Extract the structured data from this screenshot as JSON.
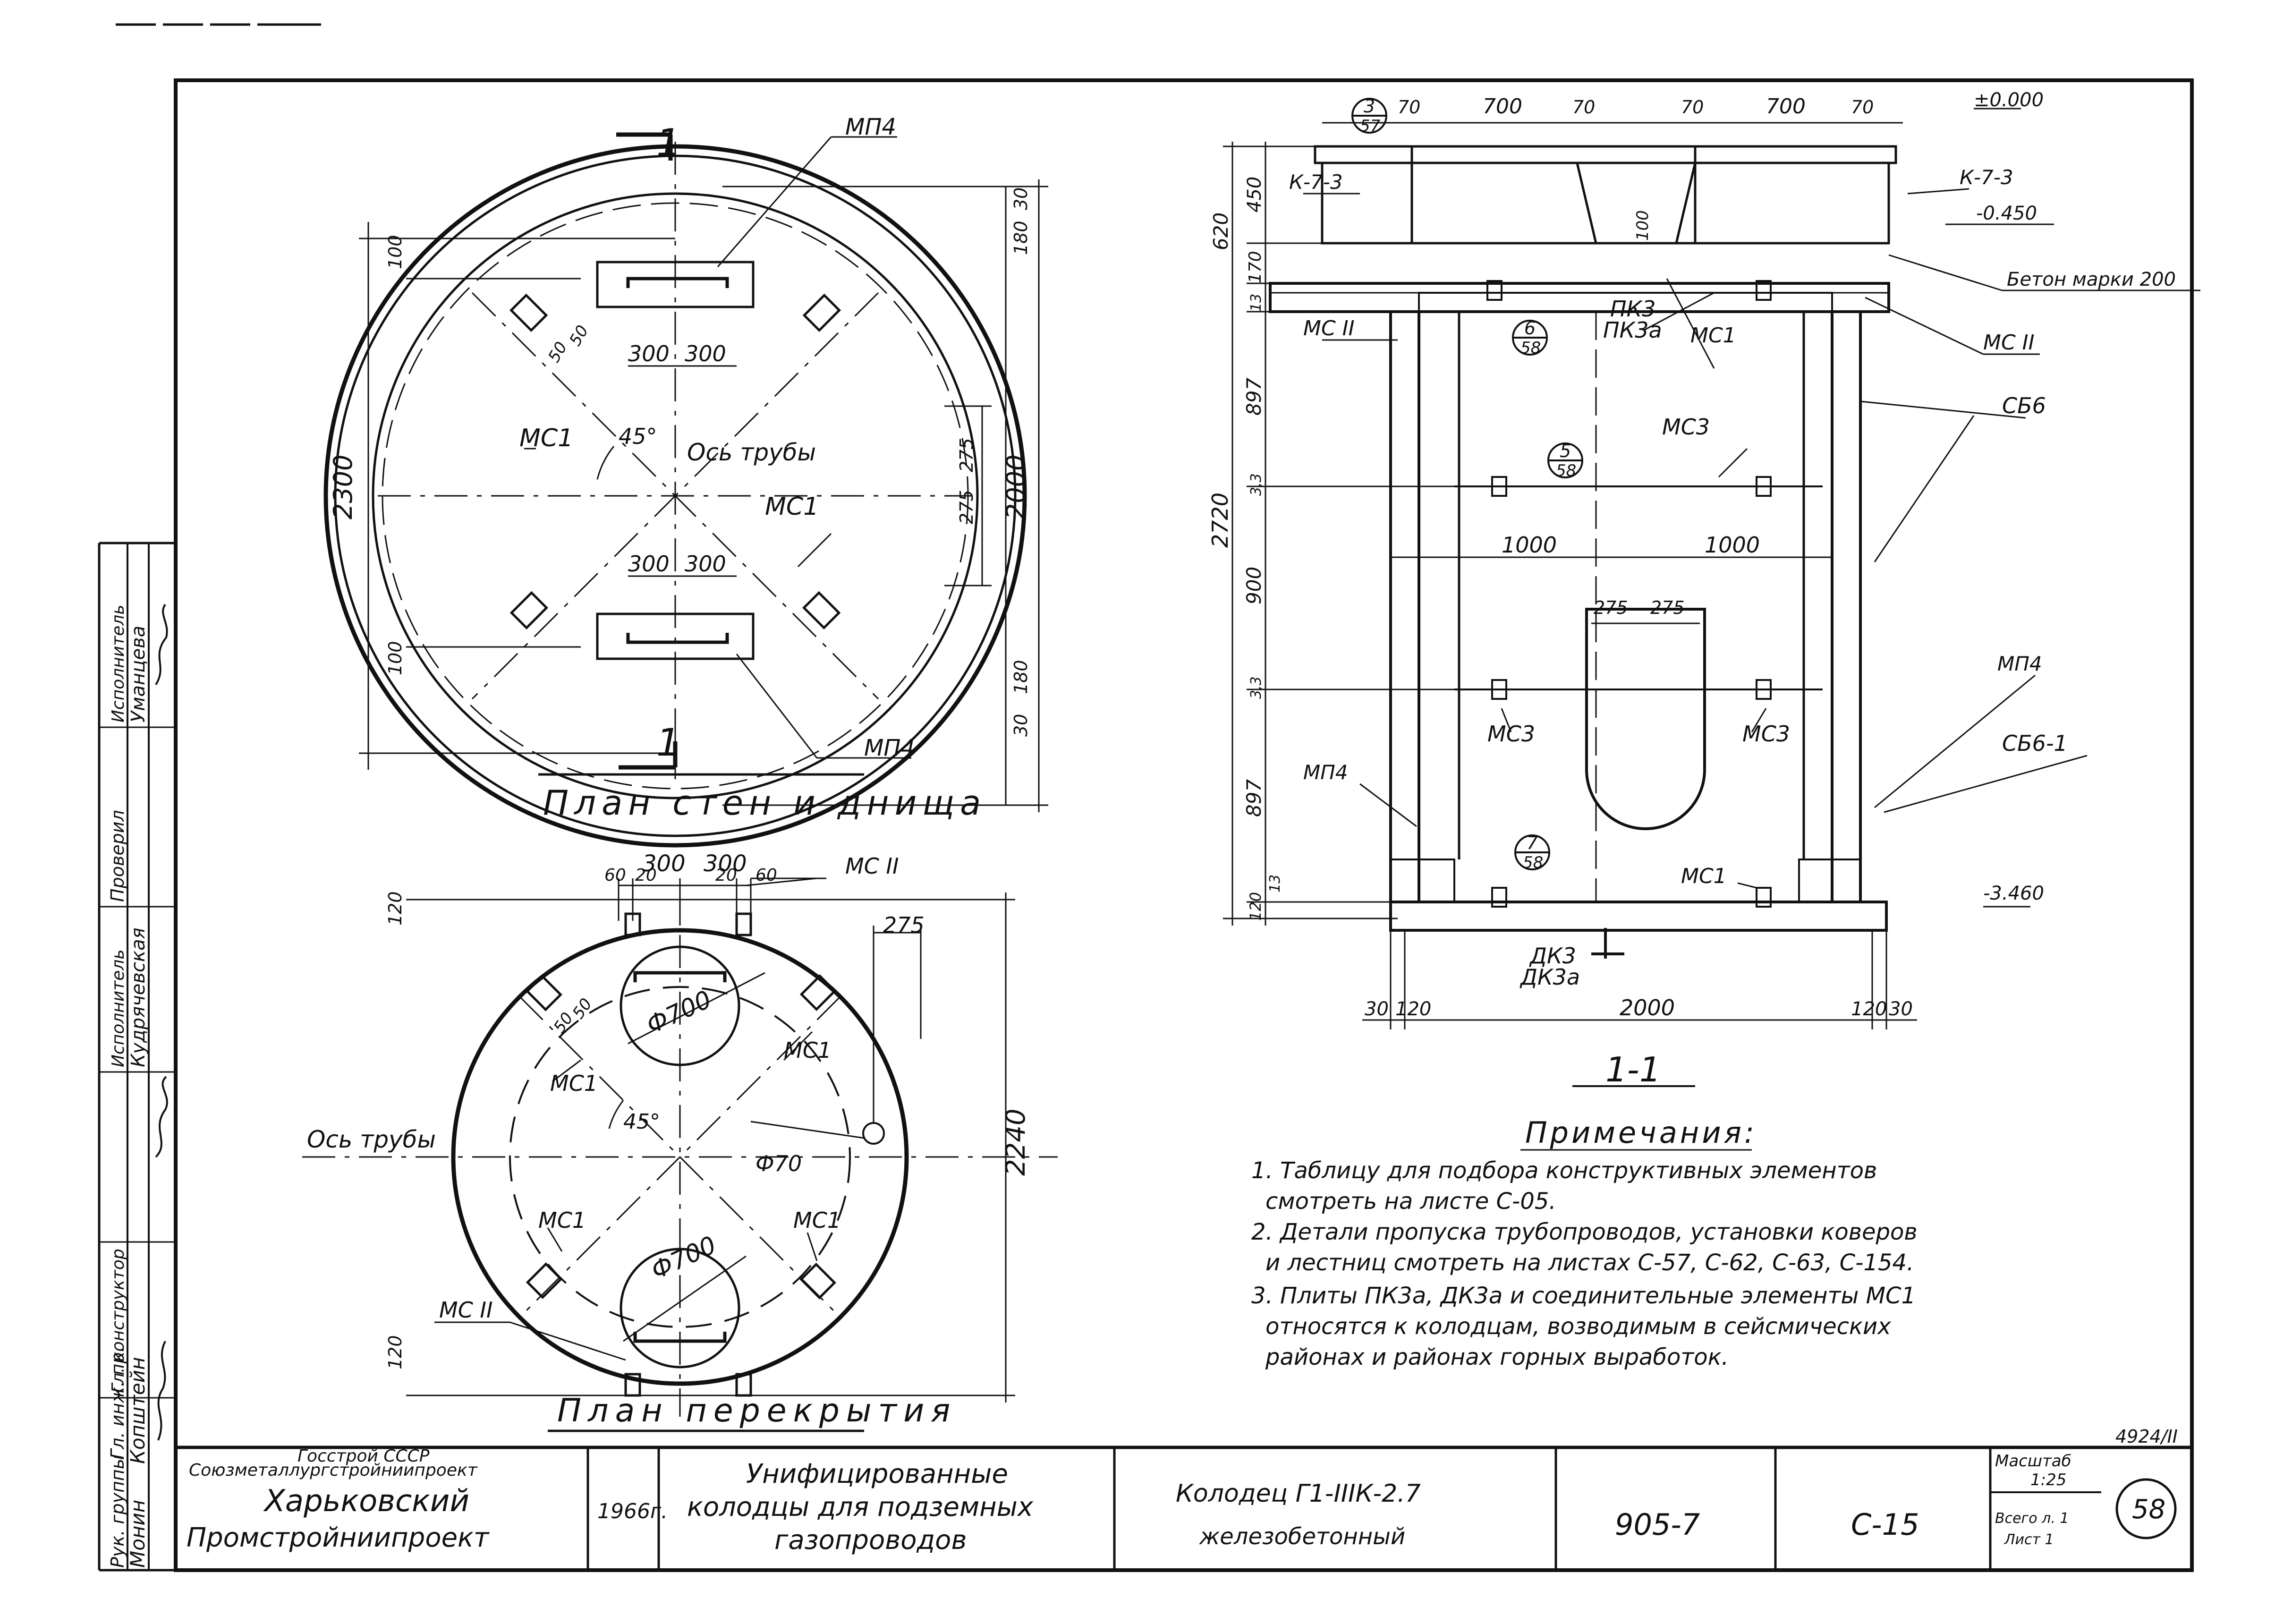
{
  "plan_walls": {
    "title": "План стен и днища",
    "dim_total": "2300",
    "dim_inner": "2000",
    "dim_30_top": "30",
    "dim_180_top": "180",
    "dim_100_top": "100",
    "dim_100_bottom": "100",
    "dim_180_bottom": "180",
    "dim_30_bottom": "30",
    "dim_275_a": "275",
    "dim_275_b": "275",
    "dim_300_a": "300",
    "dim_300_b": "300",
    "dim_300_c": "300",
    "dim_300_d": "300",
    "dim_50_a": "50",
    "dim_50_b": "50",
    "label_mp4_top": "МП4",
    "label_mp4_bottom": "МП4",
    "label_ms1_a": "МС1",
    "label_ms1_b": "МС1",
    "angle": "45°",
    "axis": "Ось трубы",
    "section_mark": "1"
  },
  "plan_slab": {
    "title": "План перекрытия",
    "dim_total": "2240",
    "dim_120_top": "120",
    "dim_120_bottom": "120",
    "dim_300_a": "300",
    "dim_300_b": "300",
    "dim_60_a": "60",
    "dim_60_b": "60",
    "dim_20_a": "20",
    "dim_20_b": "20",
    "dim_275": "275",
    "dim_50_a": "50",
    "dim_50_b": "50",
    "dia_top": "Ф700",
    "dia_bottom": "Ф700",
    "dia_small": "Ф70",
    "label_ms11_top": "МС II",
    "label_ms11_bottom": "МС II",
    "label_ms1_a": "МС1",
    "label_ms1_b": "МС1",
    "label_ms1_c": "МС1",
    "label_ms1_d": "МС1",
    "angle": "45°",
    "axis": "Ось трубы"
  },
  "section": {
    "title": "1-1",
    "ref_3_57": {
      "num": "3",
      "sheet": "57"
    },
    "ref_6_58": {
      "num": "6",
      "sheet": "58"
    },
    "ref_5_58": {
      "num": "5",
      "sheet": "58"
    },
    "ref_7_58": {
      "num": "7",
      "sheet": "58"
    },
    "dim_top": [
      "70",
      "700",
      "70",
      "70",
      "700",
      "70"
    ],
    "elev_0": "±0.000",
    "elev_450": "-0.450",
    "elev_3460": "-3.460",
    "dim_620": "620",
    "dim_450": "450",
    "dim_170": "170",
    "dim_13_a": "13",
    "dim_897_a": "897",
    "dim_3_a": "3,3",
    "dim_2720": "2720",
    "dim_900": "900",
    "dim_3_b": "3,3",
    "dim_897_b": "897",
    "dim_13_b": "13",
    "dim_120": "120",
    "dim_100": "100",
    "dim_1000_a": "1000",
    "dim_1000_b": "1000",
    "dim_275_a": "275",
    "dim_275_b": "275",
    "bottom_dims": [
      "30",
      "120",
      "2000",
      "120",
      "30"
    ],
    "label_k73_left": "К-7-3",
    "label_k73_right": "К-7-3",
    "label_beton": "Бетон марки 200",
    "label_ms11_left": "МС II",
    "label_ms11_right": "МС II",
    "label_pk3": "ПК3",
    "label_pk3a": "ПК3а",
    "label_ms1_top": "МС1",
    "label_ms3_top": "МС3",
    "label_sb6": "СБ6",
    "label_mp4_right": "МП4",
    "label_sb61": "СБ6-1",
    "label_mp4_left": "МП4",
    "label_ms3_left": "МС3",
    "label_ms3_right": "МС3",
    "label_ms1_bottom": "МС1",
    "label_dk3": "ДК3",
    "label_dk3a": "ДК3а"
  },
  "notes": {
    "heading": "Примечания:",
    "items": [
      "1. Таблицу для подбора конструктивных элементов",
      "смотреть на листе С-05.",
      "2. Детали пропуска трубопроводов, установки коверов",
      "и лестниц смотреть на листах С-57, С-62, С-63, С-154.",
      "3. Плиты ПК3а, ДК3а и соединительные элементы МС1",
      "относятся к колодцам, возводимым в сейсмических",
      "районах и районах горных выработок."
    ]
  },
  "title_block": {
    "org1": "Госстрой СССР",
    "org2": "Союзметаллургстройниипроект",
    "org3": "Харьковский",
    "org4": "Промстройниипроект",
    "year": "1966г.",
    "name1": "Унифицированные",
    "name2": "колодцы для подземных",
    "name3": "газопроводов",
    "item1": "Колодец Г1-IIIК-2.7",
    "item2": "железобетонный",
    "series": "905-7",
    "sheet_code": "С-15",
    "scale_label": "Масштаб",
    "scale_value": "1:25",
    "sheets_label": "Всего л. 1",
    "sheet_label": "Лист 1",
    "page": "58",
    "archive": "4924/II"
  },
  "side_stamp": {
    "roles": [
      "Рук. группы",
      "Гл. инж. пр.",
      "Гл. конструктор",
      "Исполнитель",
      "Проверил",
      "Исполнитель"
    ],
    "names": [
      "Монин",
      "Копштейн",
      "",
      "Кудрячевская",
      "",
      "Уманцева"
    ]
  }
}
